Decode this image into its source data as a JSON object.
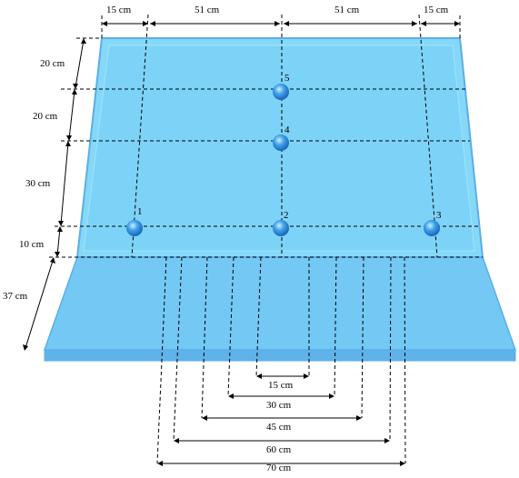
{
  "top_dimensions": [
    "15 cm",
    "51 cm",
    "51 cm",
    "15 cm"
  ],
  "side_dimensions": [
    "20 cm",
    "20 cm",
    "30 cm",
    "10 cm",
    "37 cm"
  ],
  "bottom_dimensions": [
    "15 cm",
    "30 cm",
    "45 cm",
    "60 cm",
    "70 cm"
  ],
  "points": [
    "1",
    "2",
    "3",
    "4",
    "5"
  ],
  "colors": {
    "panel_fill": "#7fd6f7",
    "panel_edge": "#5ab4e8",
    "base_fill": "#72c6f4",
    "marker": "#2f8fe0"
  }
}
